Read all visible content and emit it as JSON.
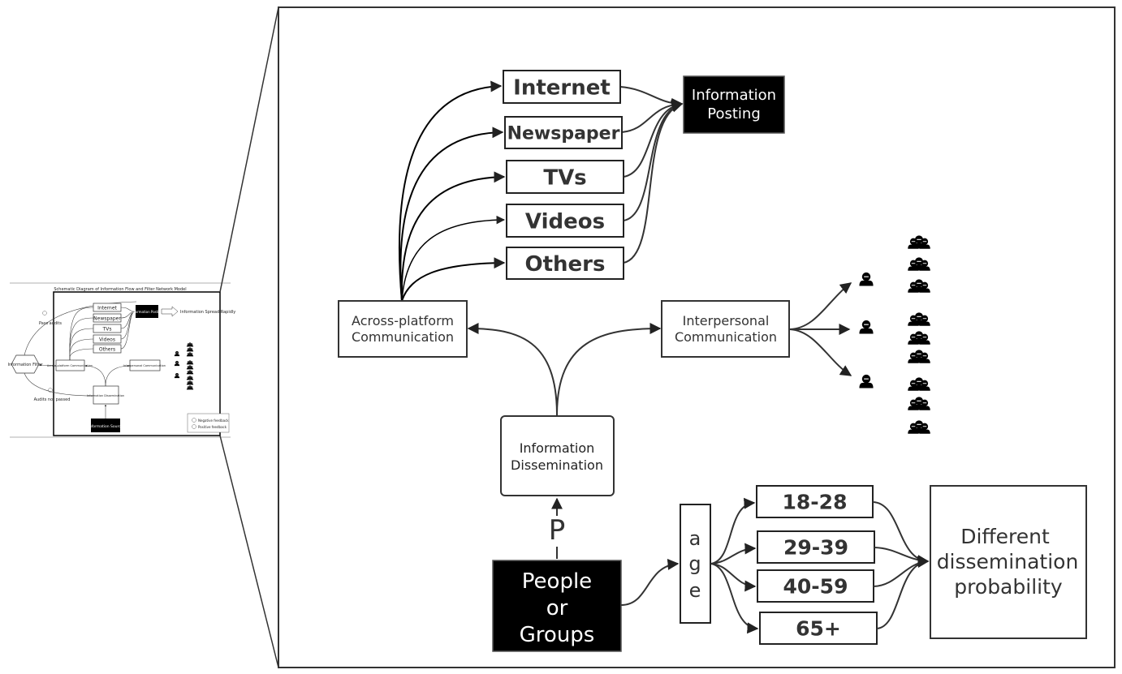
{
  "thumbnail": {
    "title": "Schematic Diagram of Information Flow and Filter Network Model",
    "information_filter": "Information Filter",
    "pass_audits": "Pass audits",
    "audits_not_passed": "Audits not passed",
    "media": [
      "Internet",
      "Newspaper",
      "TVs",
      "Videos",
      "Others"
    ],
    "information_posting": "Information Posting",
    "spread_rapidly": "Information Spread Rapidly",
    "across_platform": "Across-platform Communication",
    "interpersonal": "Interpersonal Communication",
    "information_dissemination": "Information Dissemination",
    "information_source": "Information Source",
    "legend": {
      "negative": "Negative feedback",
      "positive": "Positive feedback"
    }
  },
  "zoom": {
    "media": [
      "Internet",
      "Newspaper",
      "TVs",
      "Videos",
      "Others"
    ],
    "information_posting": [
      "Information",
      "Posting"
    ],
    "across_platform": [
      "Across-platform",
      "Communication"
    ],
    "interpersonal": [
      "Interpersonal",
      "Communication"
    ],
    "information_dissemination": [
      "Information",
      "Dissemination"
    ],
    "p_label": "P",
    "people_groups": [
      "People",
      "or",
      "Groups"
    ],
    "age_letters": [
      "a",
      "g",
      "e"
    ],
    "age_groups": [
      "18-28",
      "29-39",
      "40-59",
      "65+"
    ],
    "result": [
      "Different",
      "dissemination",
      "probability"
    ]
  },
  "icons": {
    "person": "person-icon",
    "group": "group-icon"
  },
  "colors": {
    "dark_box": "#000000",
    "stroke": "#333333",
    "text": "#333333"
  }
}
